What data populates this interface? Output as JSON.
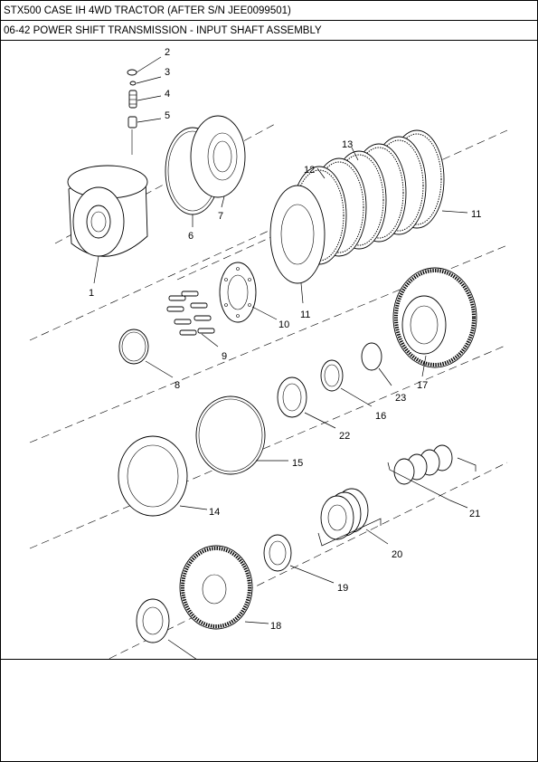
{
  "header": {
    "model": "STX500 CASE IH 4WD TRACTOR (AFTER S/N JEE0099501)",
    "section": "06-42 POWER SHIFT TRANSMISSION - INPUT SHAFT ASSEMBLY"
  },
  "callouts": [
    "2",
    "3",
    "4",
    "5",
    "1",
    "6",
    "7",
    "13",
    "12",
    "11",
    "11",
    "10",
    "9",
    "8",
    "17",
    "23",
    "16",
    "22",
    "15",
    "14",
    "21",
    "20",
    "19",
    "18",
    "22"
  ]
}
